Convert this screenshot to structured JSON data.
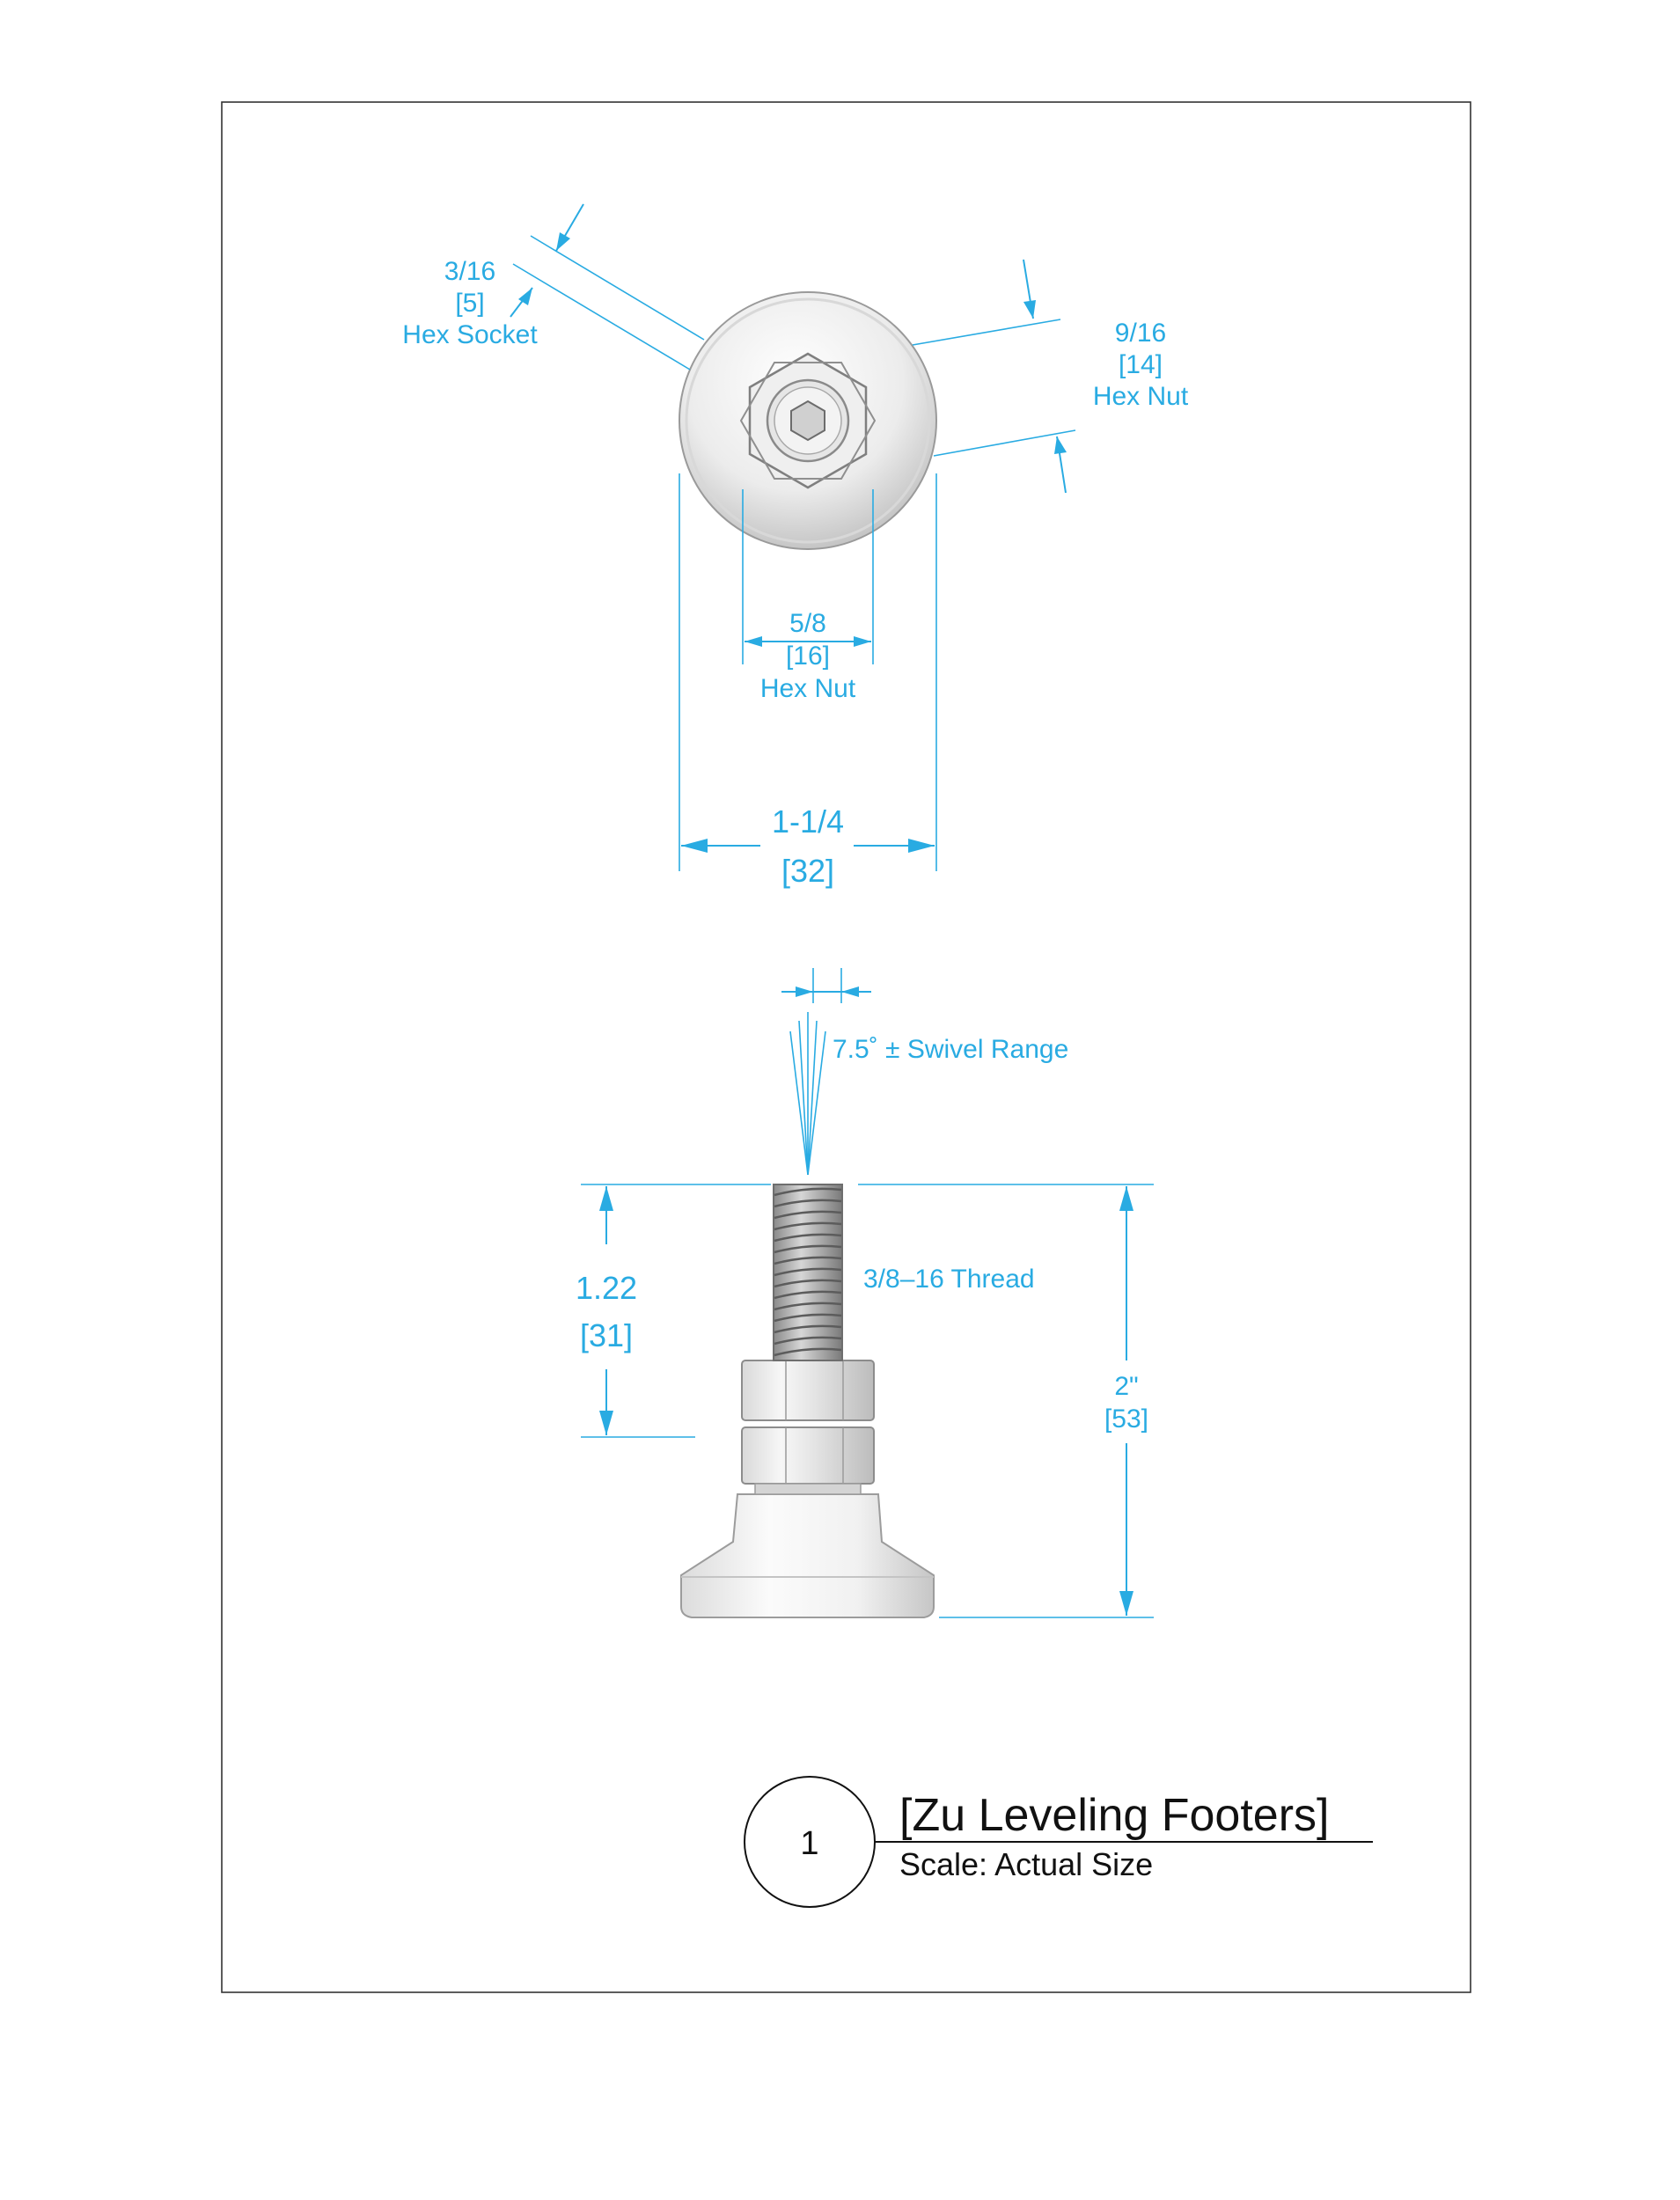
{
  "drawing": {
    "title": "[Zu Leveling Footers]",
    "scale": "Scale: Actual Size",
    "view_number": "1"
  },
  "top_view": {
    "hex_socket": {
      "frac": "3/16",
      "mm": "[5]",
      "label": "Hex Socket"
    },
    "hex_nut_across_flats": {
      "frac": "9/16",
      "mm": "[14]",
      "label": "Hex Nut"
    },
    "hex_nut_width": {
      "frac": "5/8",
      "mm": "[16]",
      "label": "Hex Nut"
    },
    "base_diameter": {
      "frac": "1-1/4",
      "mm": "[32]"
    }
  },
  "side_view": {
    "swivel": "7.5˚ ± Swivel Range",
    "thread": "3/8–16 Thread",
    "stud_height": {
      "in": "1.22",
      "mm": "[31]"
    },
    "overall_height": {
      "in": "2\"",
      "mm": "[53]"
    }
  },
  "colors": {
    "dimension": "#29abe2",
    "border": "#333333",
    "part_light": "#f4f4f4",
    "part_shadow": "#b8b8b8"
  }
}
